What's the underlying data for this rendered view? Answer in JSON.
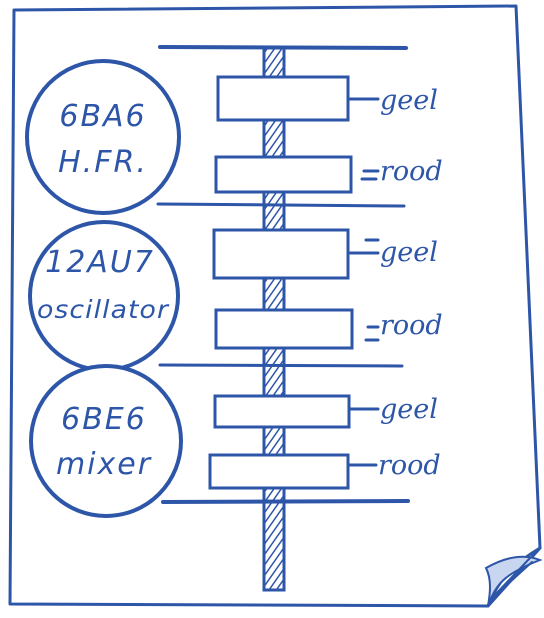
{
  "colors": {
    "ink": "#2e56a8",
    "paper": "#ffffff"
  },
  "tubes": [
    {
      "line1": "6BA6",
      "line2": "H.FR."
    },
    {
      "line1": "12AU7",
      "line2": "oscillator"
    },
    {
      "line1": "6BE6",
      "line2": "mixer"
    }
  ],
  "coils": [
    {
      "label": "geel"
    },
    {
      "label": "rood"
    },
    {
      "label": "geel"
    },
    {
      "label": "rood"
    },
    {
      "label": "geel"
    },
    {
      "label": "rood"
    }
  ],
  "icons": {
    "corner": "page-curl-icon"
  }
}
